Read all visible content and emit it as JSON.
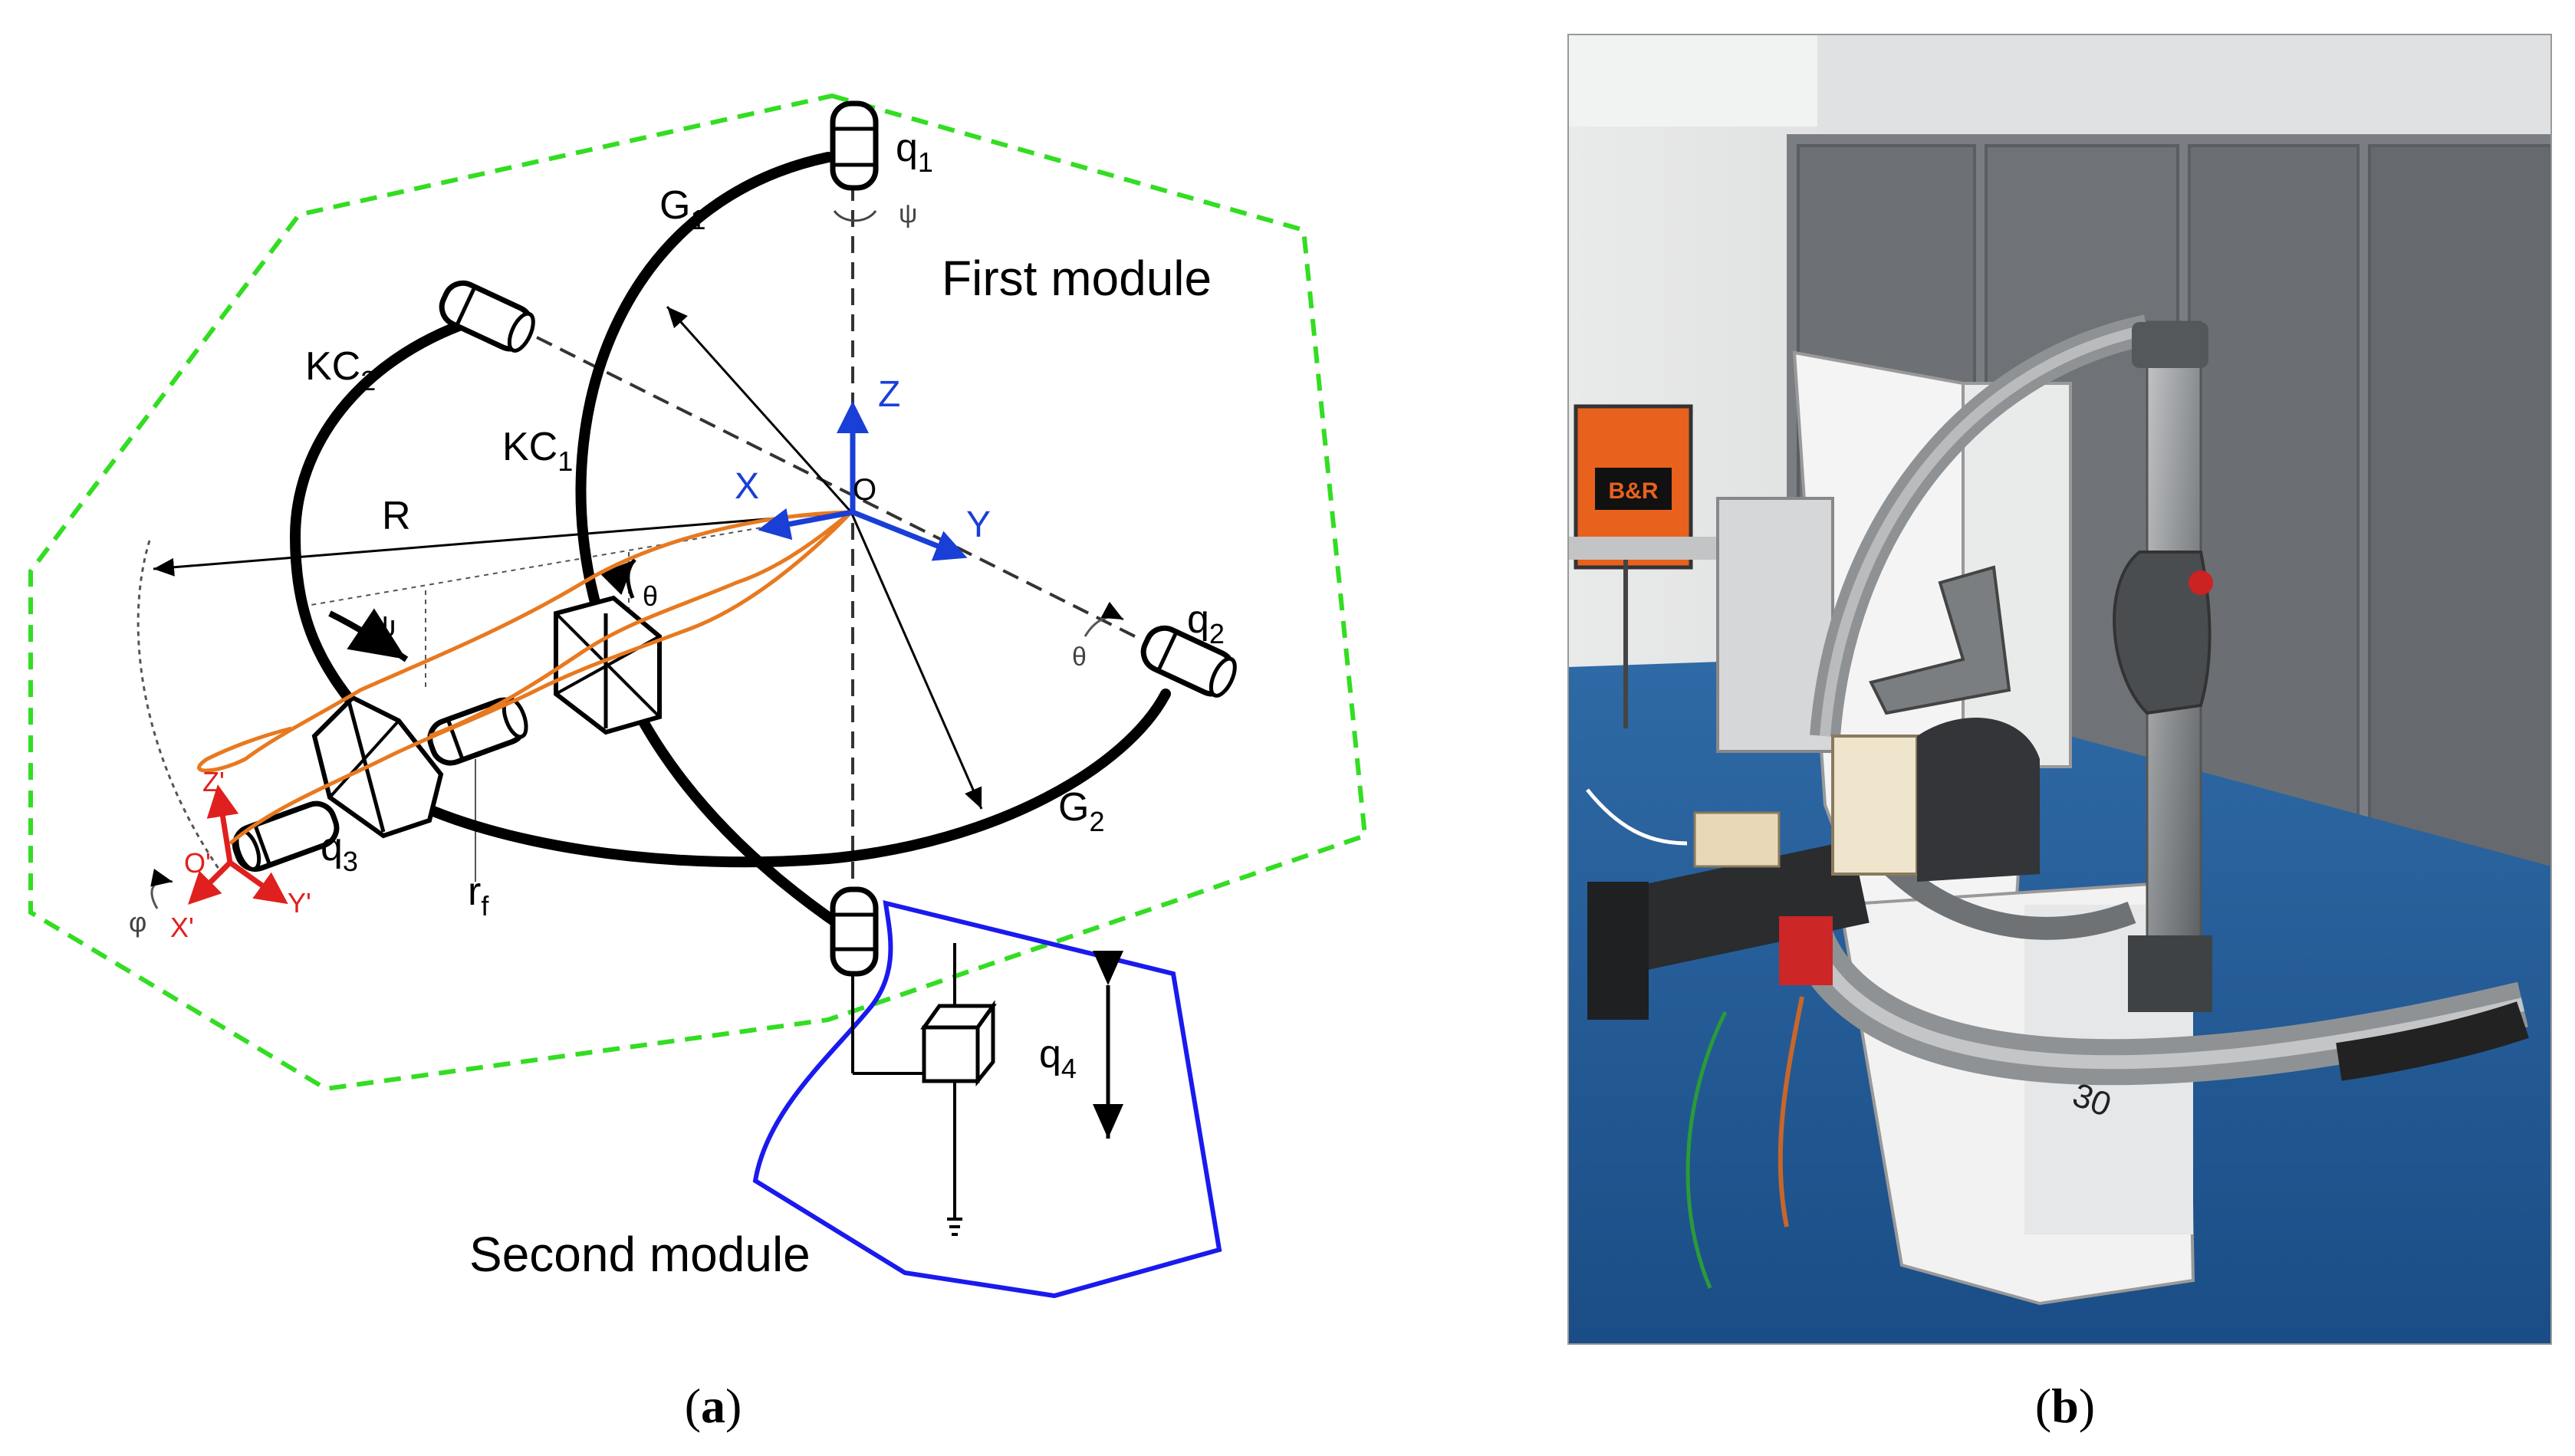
{
  "panel_a": {
    "caption_open": "(",
    "caption_letter": "a",
    "caption_close": ")",
    "module_1_label": "First module",
    "module_2_label": "Second module",
    "labels": {
      "q1": "q",
      "q1_sub": "1",
      "q2": "q",
      "q2_sub": "2",
      "q3": "q",
      "q3_sub": "3",
      "q4": "q",
      "q4_sub": "4",
      "G1": "G",
      "G1_sub": "1",
      "G2": "G",
      "G2_sub": "2",
      "KC1": "KC",
      "KC1_sub": "1",
      "KC2": "KC",
      "KC2_sub": "2",
      "R": "R",
      "rf": "r",
      "rf_sub": "f",
      "psi": "ψ",
      "psi_top": "ψ",
      "theta": "θ",
      "theta_right": "θ",
      "phi": "φ"
    },
    "axes_main": {
      "origin": "O",
      "x": "X",
      "y": "Y",
      "z": "Z"
    },
    "axes_tool": {
      "origin": "O'",
      "x": "X'",
      "y": "Y'",
      "z": "Z'"
    },
    "colors": {
      "module_1_boundary": "#33dd22",
      "module_2_boundary": "#1a1aee",
      "main_axes": "#1a3fd6",
      "tool_axes": "#e0201e",
      "trajectory": "#e8791f",
      "links": "#000000"
    }
  },
  "panel_b": {
    "caption_open": "(",
    "caption_letter": "b",
    "caption_close": ")",
    "sign_text": "B&R",
    "scale_marking": "30"
  }
}
